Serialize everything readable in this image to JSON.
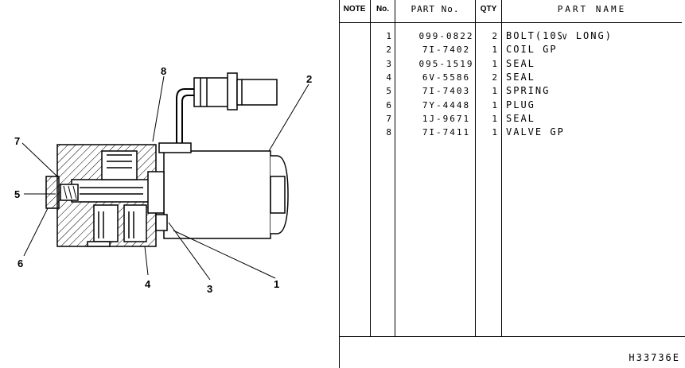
{
  "callouts": [
    "1",
    "2",
    "3",
    "4",
    "5",
    "6",
    "7",
    "8"
  ],
  "table": {
    "headers": {
      "note": "NOTE",
      "no": "No.",
      "part_no": "PART No.",
      "qty": "QTY",
      "part_name": "PART NAME"
    },
    "rows": [
      {
        "no": "1",
        "part_no": "099-0822",
        "qty": "2",
        "part_name": "BOLT(10㏜ LONG)"
      },
      {
        "no": "2",
        "part_no": "7I-7402",
        "qty": "1",
        "part_name": "COIL GP"
      },
      {
        "no": "3",
        "part_no": "095-1519",
        "qty": "1",
        "part_name": "SEAL"
      },
      {
        "no": "4",
        "part_no": "6V-5586",
        "qty": "2",
        "part_name": "SEAL"
      },
      {
        "no": "5",
        "part_no": "7I-7403",
        "qty": "1",
        "part_name": "SPRING"
      },
      {
        "no": "6",
        "part_no": "7Y-4448",
        "qty": "1",
        "part_name": "PLUG"
      },
      {
        "no": "7",
        "part_no": "1J-9671",
        "qty": "1",
        "part_name": "SEAL"
      },
      {
        "no": "8",
        "part_no": "7I-7411",
        "qty": "1",
        "part_name": "VALVE GP"
      }
    ]
  },
  "drawing_code": "H33736E"
}
